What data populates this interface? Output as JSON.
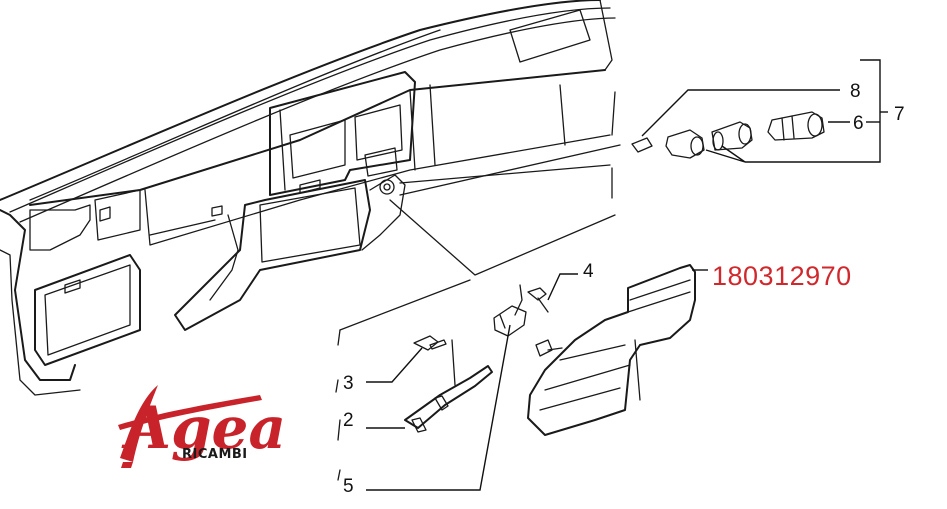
{
  "diagram": {
    "callouts": {
      "c8": "8",
      "c7": "7",
      "c6": "6",
      "c4": "4",
      "c3": "3",
      "c2": "2",
      "c5": "5"
    },
    "part_number": "180312970",
    "colors": {
      "part_number": "#d0282c",
      "logo": "#c8232a",
      "line_art": "#1a1a1a"
    }
  },
  "logo": {
    "name": "Agea",
    "subtitle": "RICAMBI"
  }
}
